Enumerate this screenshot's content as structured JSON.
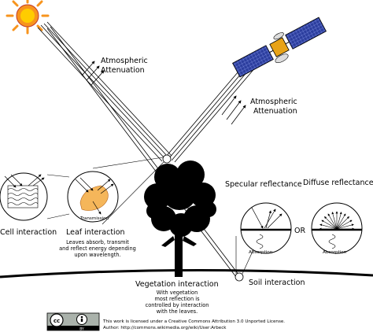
{
  "labels": {
    "atmos_1_line1": "Atmospheric",
    "atmos_1_line2": "Attenuation",
    "atmos_2_line1": "Atmospheric",
    "atmos_2_line2": "Attenuation",
    "cell_interaction": "Cell interaction",
    "leaf_interaction": "Leaf interaction",
    "transmission": "Transmission",
    "leaf_desc": [
      "Leaves absorb, transmit",
      "and reflect energy depending",
      "upon wavelength."
    ],
    "specular_reflectance": "Specular reflectance",
    "diffuse_reflectance": "Diffuse reflectance",
    "or": "OR",
    "absorption_1": "Absorption",
    "absorption_2": "Absorption",
    "vegetation_interaction": "Vegetation interaction",
    "vegetation_desc": [
      "With vegetation",
      "most reflection is",
      "controlled by interaction",
      "with the leaves."
    ],
    "soil_interaction": "Soil interaction"
  },
  "license": {
    "cc": "cc",
    "by": "BY",
    "line1": "This work is licensed under a Creative Commons Attribution 3.0 Unported License.",
    "line2": "Author: http://commons.wikimedia.org/wiki/User:Arbeck"
  },
  "colors": {
    "sun": "#f7941d",
    "sun_core": "#ffcc00",
    "leaf": "#f5b65a",
    "satellite_panel": "#2c3e9e",
    "satellite_body": "#e8a317",
    "ground": "#000000"
  }
}
